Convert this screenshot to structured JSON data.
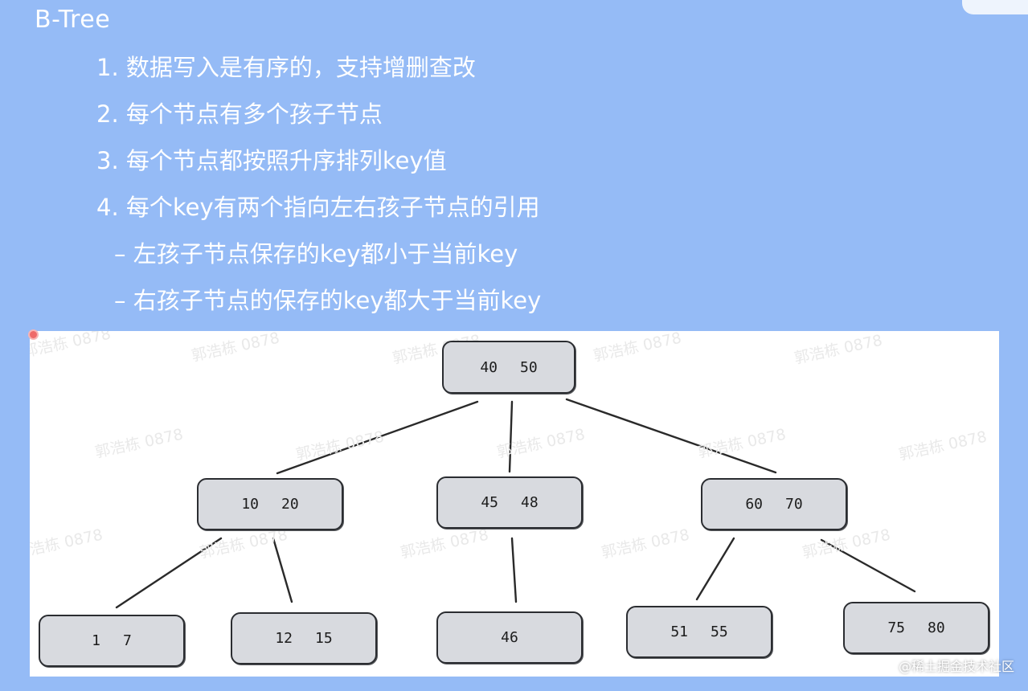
{
  "slide": {
    "title": "B-Tree",
    "points": [
      "1. 数据写入是有序的，支持增删查改",
      "2. 每个节点有多个孩子节点",
      "3. 每个节点都按照升序排列key值",
      "4. 每个key有两个指向左右孩子节点的引用",
      "– 左孩子节点保存的key都小于当前key",
      "– 右孩子节点的保存的key都大于当前key"
    ]
  },
  "diagram": {
    "watermark": "郭浩栋 0878",
    "nodes": [
      {
        "id": "root",
        "keys": [
          "40",
          "50"
        ]
      },
      {
        "id": "left",
        "keys": [
          "10",
          "20"
        ]
      },
      {
        "id": "middle",
        "keys": [
          "45",
          "48"
        ]
      },
      {
        "id": "right",
        "keys": [
          "60",
          "70"
        ]
      },
      {
        "id": "leaf-1",
        "keys": [
          "1",
          "7"
        ]
      },
      {
        "id": "leaf-2",
        "keys": [
          "12",
          "15"
        ]
      },
      {
        "id": "leaf-3",
        "keys": [
          "46"
        ]
      },
      {
        "id": "leaf-4",
        "keys": [
          "51",
          "55"
        ]
      },
      {
        "id": "leaf-5",
        "keys": [
          "75",
          "80"
        ]
      }
    ],
    "edges": [
      [
        "root",
        "left"
      ],
      [
        "root",
        "middle"
      ],
      [
        "root",
        "right"
      ],
      [
        "left",
        "leaf-1"
      ],
      [
        "left",
        "leaf-2"
      ],
      [
        "middle",
        "leaf-3"
      ],
      [
        "right",
        "leaf-4"
      ],
      [
        "right",
        "leaf-5"
      ]
    ]
  },
  "credit": "@稀土掘金技术社区"
}
